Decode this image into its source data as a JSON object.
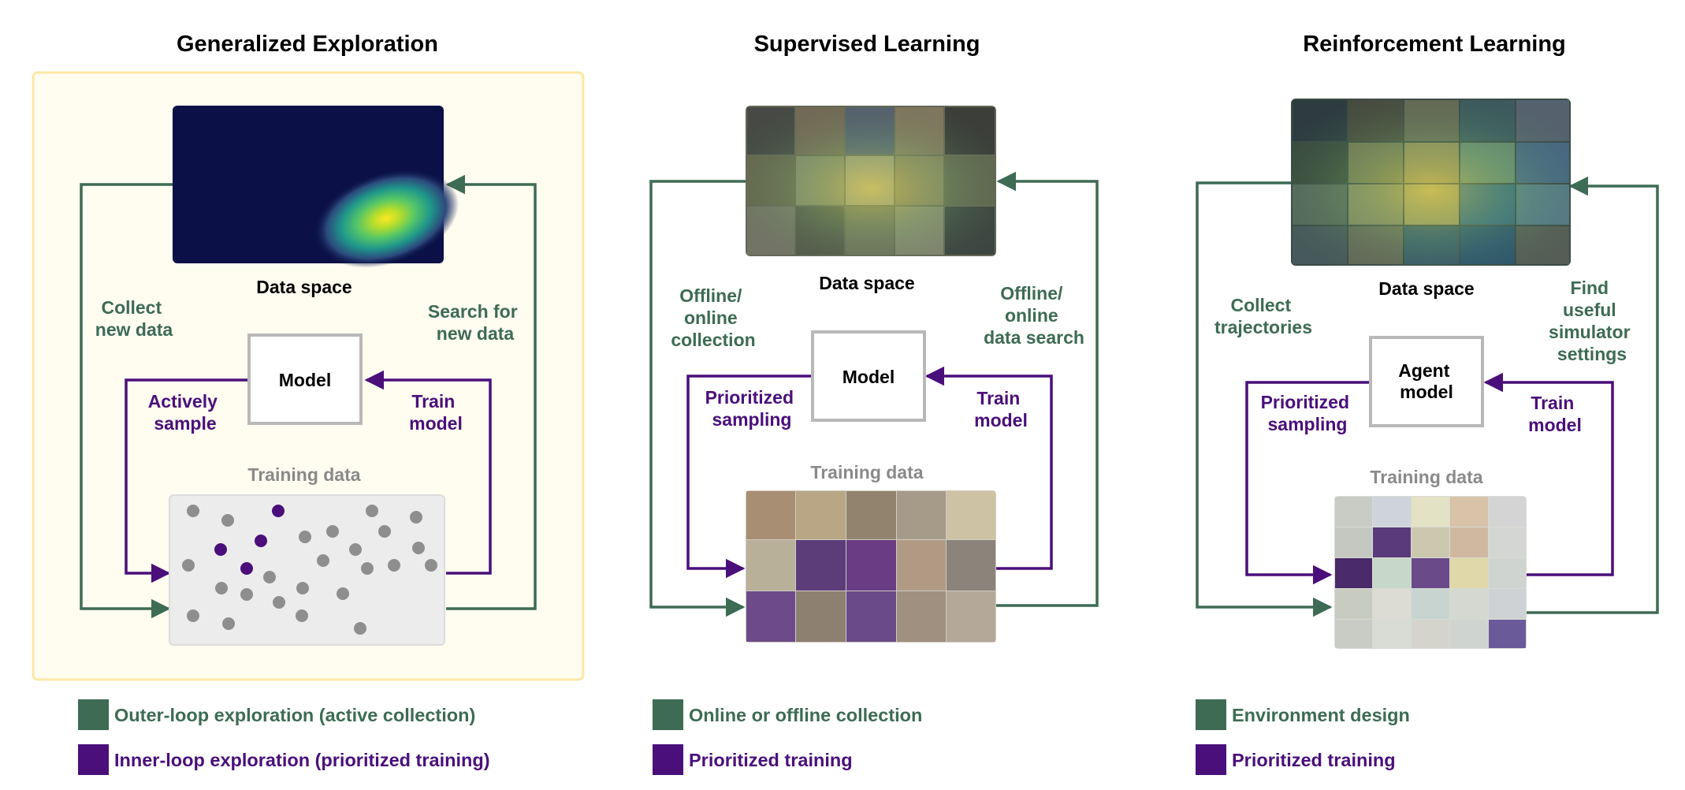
{
  "colors": {
    "outer": "#3d6b54",
    "inner": "#4a0f7b",
    "highlight_bg": "#fffcf0",
    "highlight_border": "#fbe8a6",
    "model_border": "#b8b8b8",
    "training_label": "#8a8a8a",
    "dot_gray": "#8e8e8e"
  },
  "panels": [
    {
      "title": "Generalized Exploration",
      "data_space": "Data space",
      "model": [
        "Model"
      ],
      "training_data": "Training data",
      "outer_left": [
        "Collect",
        "new data"
      ],
      "outer_right": [
        "Search for",
        "new data"
      ],
      "inner_left": [
        "Actively",
        "sample"
      ],
      "inner_right": [
        "Train",
        "model"
      ],
      "legend": [
        {
          "label": "Outer-loop exploration (active collection)",
          "kind": "outer"
        },
        {
          "label": "Inner-loop exploration (prioritized training)",
          "kind": "inner"
        }
      ]
    },
    {
      "title": "Supervised Learning",
      "data_space": "Data space",
      "model": [
        "Model"
      ],
      "training_data": "Training data",
      "outer_left": [
        "Offline/",
        "online",
        "collection"
      ],
      "outer_right": [
        "Offline/",
        "online",
        "data search"
      ],
      "inner_left": [
        "Prioritized",
        "sampling"
      ],
      "inner_right": [
        "Train",
        "model"
      ],
      "legend": [
        {
          "label": "Online or offline collection",
          "kind": "outer"
        },
        {
          "label": "Prioritized training",
          "kind": "inner"
        }
      ]
    },
    {
      "title": "Reinforcement Learning",
      "data_space": "Data space",
      "model": [
        "Agent",
        "model"
      ],
      "training_data": "Training data",
      "outer_left": [
        "Collect",
        "trajectories"
      ],
      "outer_right": [
        "Find",
        "useful",
        "simulator",
        "settings"
      ],
      "inner_left": [
        "Prioritized",
        "sampling"
      ],
      "inner_right": [
        "Train",
        "model"
      ],
      "legend": [
        {
          "label": "Environment design",
          "kind": "outer"
        },
        {
          "label": "Prioritized training",
          "kind": "inner"
        }
      ]
    }
  ]
}
